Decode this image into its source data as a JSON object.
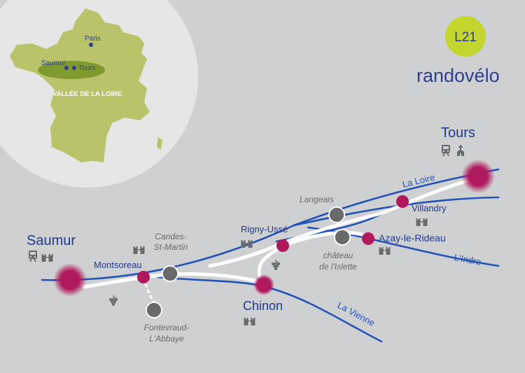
{
  "brand": {
    "badge": "L21",
    "name": "randovélo",
    "badge_color": "#c2d62e",
    "text_color": "#2f3f8f"
  },
  "inset": {
    "cities": [
      "Paris",
      "Saumur",
      "Tours"
    ],
    "region": "VALLÉE DE LA LOIRE",
    "country_color": "#b9c36a",
    "region_color": "#7f9a2e"
  },
  "towns": {
    "saumur": "Saumur",
    "tours": "Tours",
    "chinon": "Chinon"
  },
  "stops": {
    "montsoreau": "Montsoreau",
    "rigny_usse": "Rigny-Ussé",
    "villandry": "Villandry",
    "azay": "Azay-le-Rideau"
  },
  "places": {
    "candes_1": "Candes-",
    "candes_2": "St-Martin",
    "langeais": "Langeais",
    "islette_1": "château",
    "islette_2": "de  l'Islette",
    "fontevraud_1": "Fontevraud-",
    "fontevraud_2": "L'Abbaye"
  },
  "rivers": {
    "loire": "La Loire",
    "indre": "L'Indre",
    "vienne": "La Vienne"
  },
  "colors": {
    "route": "#2453b8",
    "stop": "#b0195b",
    "icon": "#6a6a6a"
  },
  "icons": [
    "train-icon",
    "church-icon",
    "castle-icon",
    "grapes-icon"
  ]
}
